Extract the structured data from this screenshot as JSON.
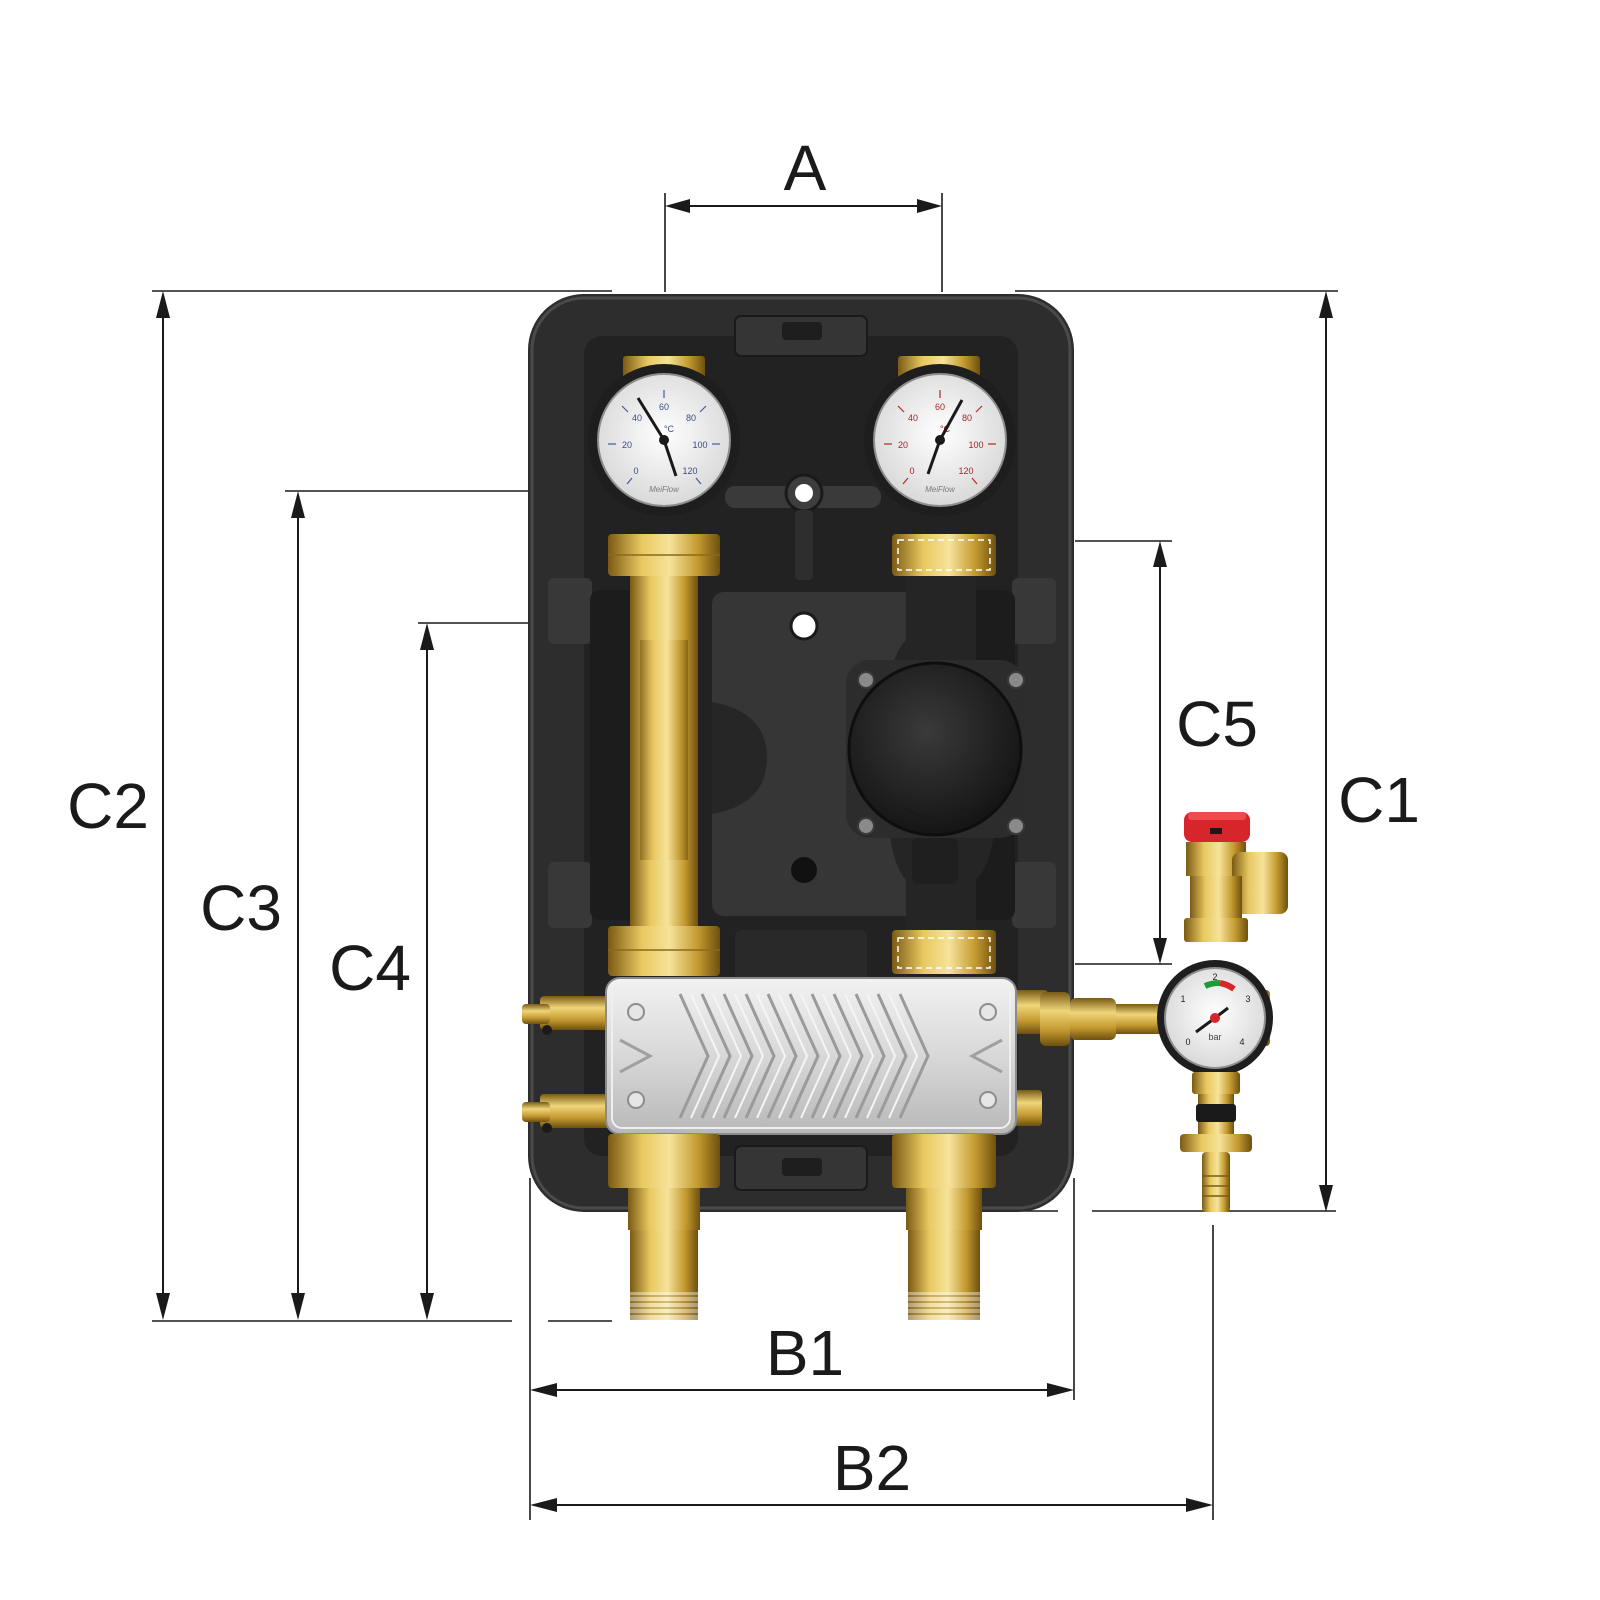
{
  "dimensions": {
    "A": "A",
    "B1": "B1",
    "B2": "B2",
    "C1": "C1",
    "C2": "C2",
    "C3": "C3",
    "C4": "C4",
    "C5": "C5"
  },
  "thermometer_left": {
    "scale": [
      "0",
      "20",
      "40",
      "60",
      "80",
      "100",
      "120"
    ],
    "unit": "°C",
    "brand": "MeiFlow"
  },
  "thermometer_right": {
    "scale": [
      "0",
      "20",
      "40",
      "60",
      "80",
      "100",
      "120"
    ],
    "unit": "°C",
    "brand": "MeiFlow"
  },
  "pressure_gauge": {
    "scale": [
      "0",
      "1",
      "2",
      "3",
      "4"
    ],
    "unit": "bar"
  },
  "colors": {
    "insulation": "#2b2b2b",
    "brass": "#c9a23c",
    "plate": "#d3d3d3",
    "valve_cap": "#d6262b"
  }
}
